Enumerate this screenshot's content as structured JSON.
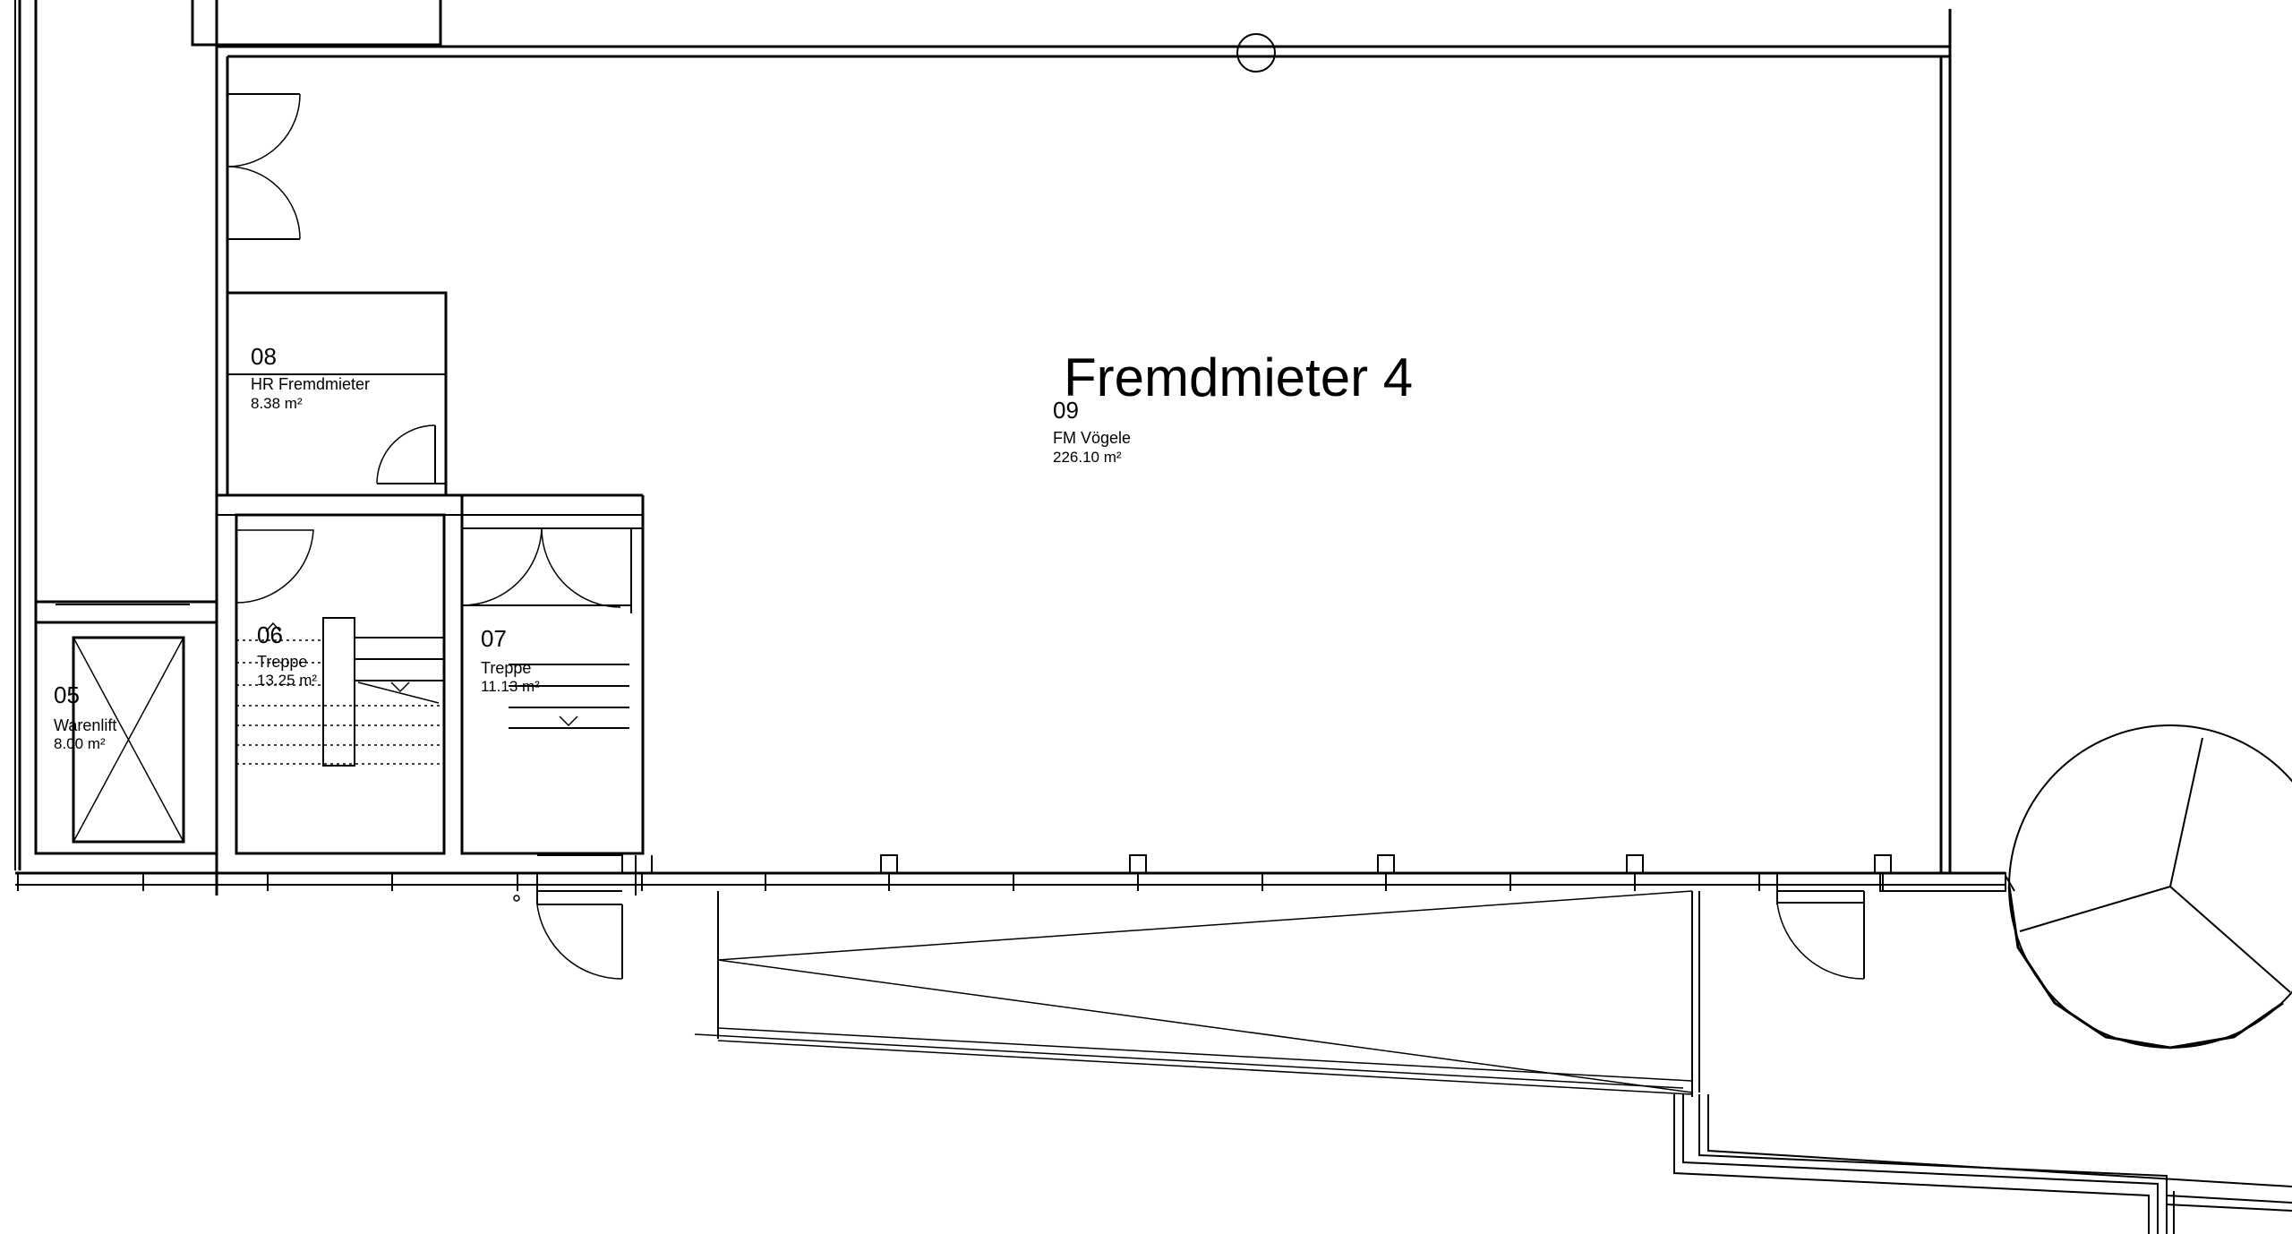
{
  "zone_label": "Fremdmieter 4",
  "rooms": [
    {
      "number": "09",
      "name": "FM Vögele",
      "area": "226.10 m²"
    },
    {
      "number": "08",
      "name": "HR Fremdmieter",
      "area": "8.38 m²"
    },
    {
      "number": "06",
      "name": "Treppe",
      "area": "13.25 m²"
    },
    {
      "number": "07",
      "name": "Treppe",
      "area": "11.13 m²"
    },
    {
      "number": "05",
      "name": "Warenlift",
      "area": "8.00 m²"
    }
  ]
}
